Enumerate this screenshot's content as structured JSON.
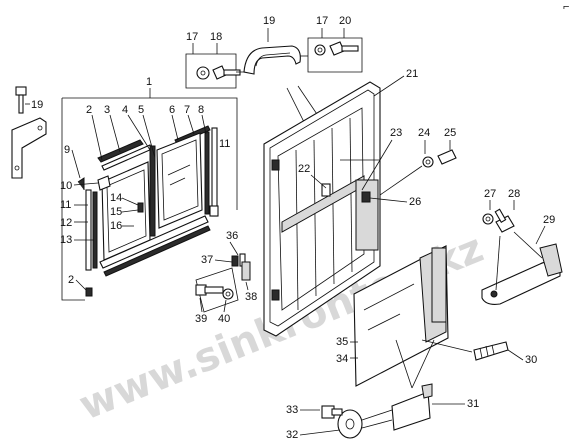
{
  "corner_mark": "⌐",
  "watermark": "www.sinkrontoo.kz",
  "callouts": {
    "c1": "1",
    "c2a": "2",
    "c2b": "2",
    "c3": "3",
    "c4": "4",
    "c5": "5",
    "c6": "6",
    "c7": "7",
    "c8": "8",
    "c9": "9",
    "c10": "10",
    "c11a": "11",
    "c11b": "11",
    "c11c": "11",
    "c12": "12",
    "c13": "13",
    "c14": "14",
    "c15": "15",
    "c16": "16",
    "c17a": "17",
    "c17b": "17",
    "c18": "18",
    "c19a": "19",
    "c19b": "19",
    "c20": "20",
    "c21": "21",
    "c22": "22",
    "c23": "23",
    "c24": "24",
    "c25": "25",
    "c26": "26",
    "c27": "27",
    "c28": "28",
    "c29": "29",
    "c30": "30",
    "c31": "31",
    "c32": "32",
    "c33": "33",
    "c34": "34",
    "c35": "35",
    "c36": "36",
    "c37": "37",
    "c38": "38",
    "c39": "39",
    "c40": "40"
  }
}
